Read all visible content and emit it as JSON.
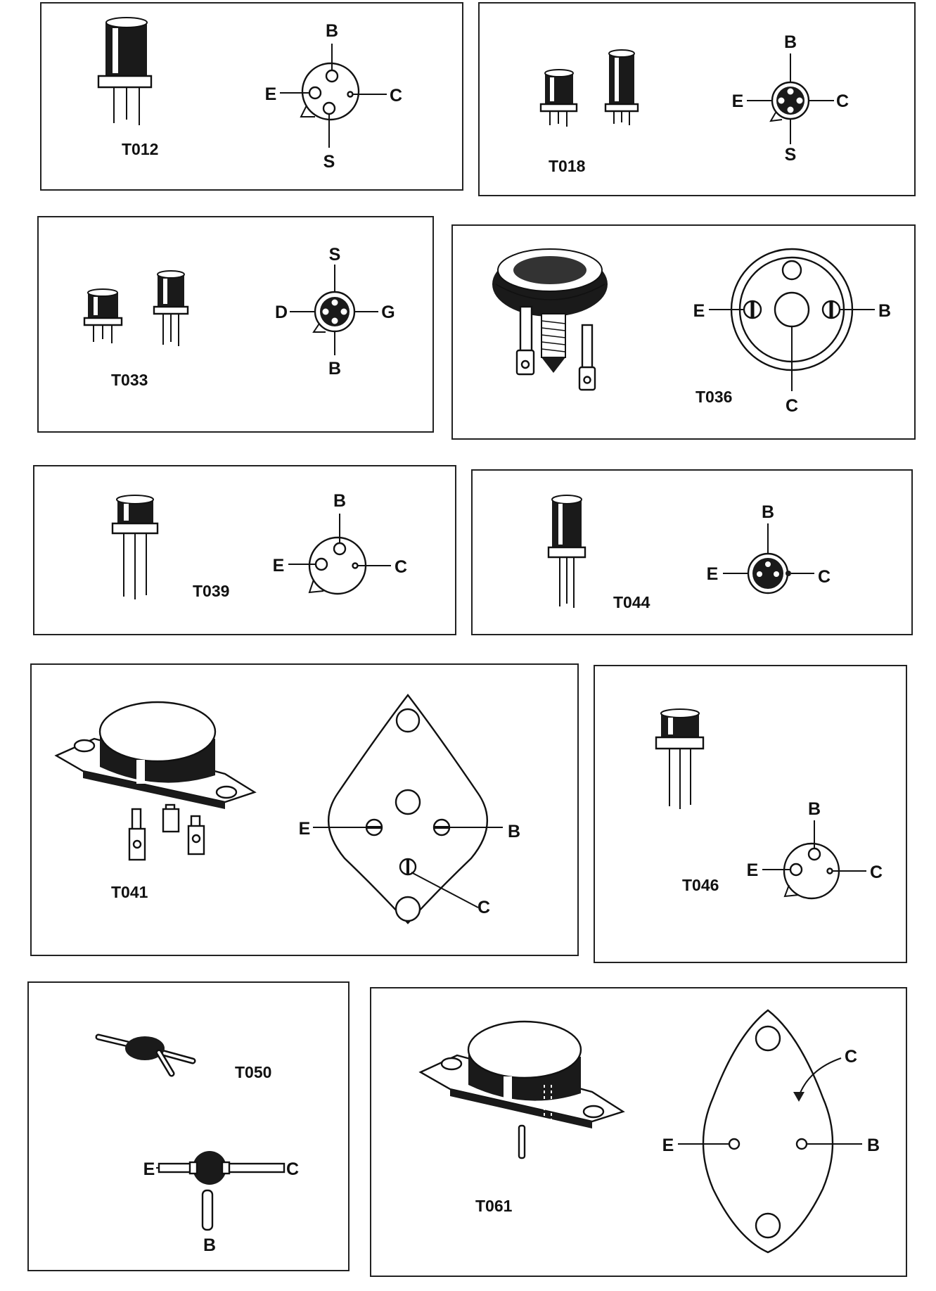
{
  "packages": [
    {
      "id": "to12",
      "label": "T012",
      "pins": {
        "top": "B",
        "left": "E",
        "right": "C",
        "bottom": "S"
      }
    },
    {
      "id": "to18",
      "label": "T018",
      "pins": {
        "top": "B",
        "left": "E",
        "right": "C",
        "bottom": "S"
      }
    },
    {
      "id": "to33",
      "label": "T033",
      "pins": {
        "top": "S",
        "left": "D",
        "right": "G",
        "bottom": "B"
      }
    },
    {
      "id": "to36",
      "label": "T036",
      "pins": {
        "left": "E",
        "right": "B",
        "bottom": "C"
      }
    },
    {
      "id": "to39",
      "label": "T039",
      "pins": {
        "top": "B",
        "left": "E",
        "right": "C"
      }
    },
    {
      "id": "to44",
      "label": "T044",
      "pins": {
        "top": "B",
        "left": "E",
        "right": "C"
      }
    },
    {
      "id": "to41",
      "label": "T041",
      "pins": {
        "left": "E",
        "right": "B",
        "bottom": "C"
      }
    },
    {
      "id": "to46",
      "label": "T046",
      "pins": {
        "top": "B",
        "left": "E",
        "right": "C"
      }
    },
    {
      "id": "to50",
      "label": "T050",
      "pins": {
        "left": "E",
        "right": "C",
        "bottom": "B"
      }
    },
    {
      "id": "to61",
      "label": "T061",
      "pins": {
        "top": "C",
        "left": "E",
        "right": "B"
      }
    }
  ]
}
